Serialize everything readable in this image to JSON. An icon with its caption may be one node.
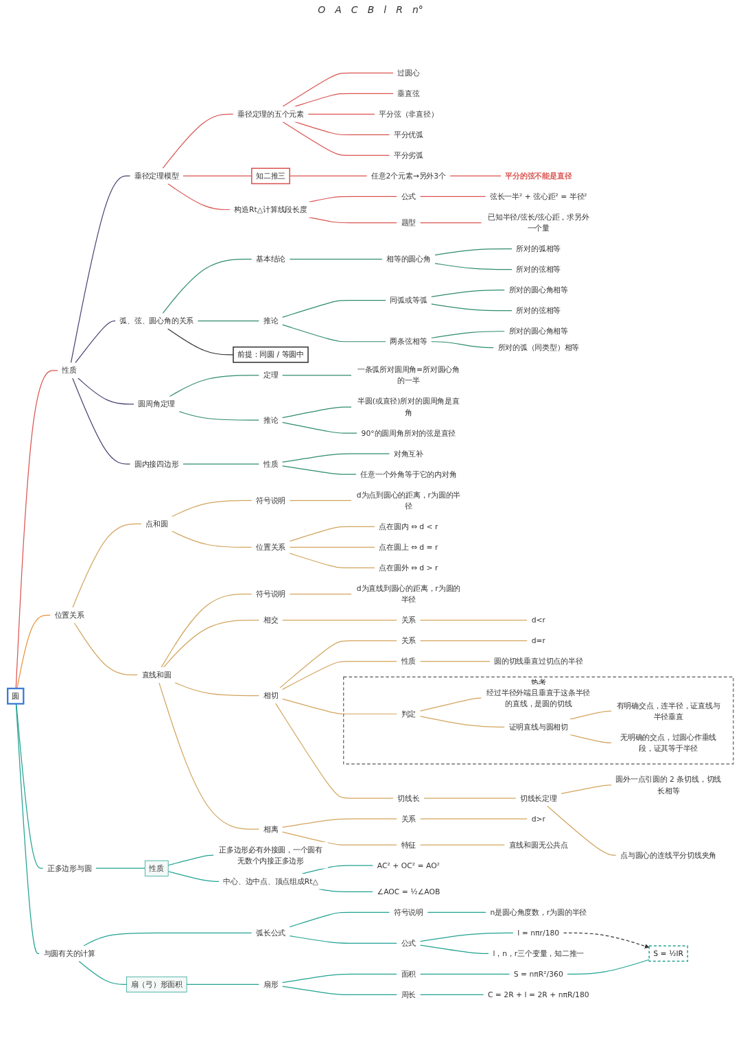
{
  "diagram": {
    "nodes": [
      {
        "text": [
          "圆"
        ]
      },
      {
        "text": [
          "性质"
        ]
      },
      {
        "text": [
          "垂径定理模型"
        ]
      },
      {
        "text": [
          "垂径定理的五个元素"
        ]
      },
      {
        "text": [
          "过圆心"
        ]
      },
      {
        "text": [
          "垂直弦"
        ]
      },
      {
        "text": [
          "平分弦（非直径）"
        ]
      },
      {
        "text": [
          "平分优弧"
        ]
      },
      {
        "text": [
          "平分劣弧"
        ]
      },
      {
        "text": [
          "知二推三"
        ]
      },
      {
        "text": [
          "任意2个元素→另外3个"
        ]
      },
      {
        "text": [
          "平分的弦不能是直径"
        ]
      },
      {
        "text": [
          "构造Rt△计算线段长度"
        ]
      },
      {
        "text": [
          "公式"
        ]
      },
      {
        "text": [
          "弦长一半² + 弦心距² = 半径²"
        ]
      },
      {
        "text": [
          "题型"
        ]
      },
      {
        "text": [
          "已知半径/弦长/弦心距，求另外一个量"
        ]
      },
      {
        "text": [
          "弧、弦、圆心角的关系"
        ]
      },
      {
        "text": [
          "基本结论"
        ]
      },
      {
        "text": [
          "相等的圆心角"
        ]
      },
      {
        "text": [
          "所对的弧相等"
        ]
      },
      {
        "text": [
          "所对的弦相等"
        ]
      },
      {
        "text": [
          "推论"
        ]
      },
      {
        "text": [
          "同弧或等弧"
        ]
      },
      {
        "text": [
          "所对的圆心角相等"
        ]
      },
      {
        "text": [
          "所对的弦相等"
        ]
      },
      {
        "text": [
          "两条弦相等"
        ]
      },
      {
        "text": [
          "所对的圆心角相等"
        ]
      },
      {
        "text": [
          "所对的弧（同类型）相等"
        ]
      },
      {
        "text": [
          "前提：同圆 / 等圆中"
        ]
      },
      {
        "text": [
          "圆周角定理"
        ]
      },
      {
        "text": [
          "定理"
        ]
      },
      {
        "text": [
          "一条弧所对圆周角=所对圆心角的一半"
        ]
      },
      {
        "text": [
          "推论"
        ]
      },
      {
        "text": [
          "半圆(或直径)所对的圆周角是直角"
        ]
      },
      {
        "text": [
          "90°的圆周角所对的弦是直径"
        ]
      },
      {
        "text": [
          "圆内接四边形"
        ]
      },
      {
        "text": [
          "性质"
        ]
      },
      {
        "text": [
          "对角互补"
        ]
      },
      {
        "text": [
          "任意一个外角等于它的内对角"
        ]
      },
      {
        "text": [
          "位置关系"
        ]
      },
      {
        "text": [
          "点和圆"
        ]
      },
      {
        "text": [
          "符号说明"
        ]
      },
      {
        "text": [
          "d为点到圆心的距离，r为圆的半径"
        ]
      },
      {
        "text": [
          "位置关系"
        ]
      },
      {
        "text": [
          "点在圆内 ⇔ d < r"
        ]
      },
      {
        "text": [
          "点在圆上 ⇔ d = r"
        ]
      },
      {
        "text": [
          "点在圆外 ⇔ d > r"
        ]
      },
      {
        "text": [
          "直线和圆"
        ]
      },
      {
        "text": [
          "符号说明"
        ]
      },
      {
        "text": [
          "d为直线到圆心的距离，r为圆的半径"
        ]
      },
      {
        "text": [
          "相交"
        ]
      },
      {
        "text": [
          "关系"
        ]
      },
      {
        "text": [
          "d<r"
        ]
      },
      {
        "text": [
          "相切"
        ]
      },
      {
        "text": [
          "关系"
        ]
      },
      {
        "text": [
          "d=r"
        ]
      },
      {
        "text": [
          "性质"
        ]
      },
      {
        "text": [
          "圆的切线垂直过切点的半径"
        ]
      },
      {
        "text": [
          "热考"
        ]
      },
      {
        "text": [
          "判定"
        ],
        "in": 59
      },
      {
        "text": [
          "经过半径外端且垂直于这条半径的直线，是圆的切线"
        ],
        "in": 59
      },
      {
        "text": [
          "证明直线与圆相切"
        ],
        "in": 59
      },
      {
        "text": [
          "有明确交点，连半径，证直线与半径垂直"
        ],
        "in": 59
      },
      {
        "text": [
          "无明确的交点，过圆心作垂线段，证其等于半径"
        ],
        "in": 59
      },
      {
        "text": [
          "切线长"
        ]
      },
      {
        "text": [
          "切线长定理"
        ]
      },
      {
        "text": [
          "圆外一点引圆的 2 条切线，切线长相等"
        ]
      },
      {
        "text": [
          "点与圆心的连线平分切线夹角"
        ]
      },
      {
        "text": [
          "相离"
        ]
      },
      {
        "text": [
          "关系"
        ]
      },
      {
        "text": [
          "d>r"
        ]
      },
      {
        "text": [
          "特征"
        ]
      },
      {
        "text": [
          "直线和圆无公共点"
        ]
      },
      {
        "text": [
          "正多边形与圆"
        ]
      },
      {
        "text": [
          "性质"
        ]
      },
      {
        "text": [
          "正多边形必有外接圆，一个圆有无数个内接正多边形"
        ]
      },
      {
        "text": [
          "中心、边中点、顶点组成Rt△"
        ]
      },
      {
        "text": [
          "AC² + OC² = AO²"
        ]
      },
      {
        "text": [
          "∠AOC = ½∠AOB"
        ]
      },
      {
        "text": [
          "与圆有关的计算"
        ]
      },
      {
        "text": [
          "弧长公式"
        ]
      },
      {
        "text": [
          "符号说明"
        ]
      },
      {
        "text": [
          "n是圆心角度数，r为圆的半径"
        ]
      },
      {
        "text": [
          "公式"
        ]
      },
      {
        "text": [
          "l = nπr/180"
        ]
      },
      {
        "text": [
          "l，n，r三个变量，知二推一"
        ]
      },
      {
        "text": [
          "扇（弓）形面积"
        ]
      },
      {
        "text": [
          "扇形"
        ]
      },
      {
        "text": [
          "面积"
        ]
      },
      {
        "text": [
          "S = nπR²/360"
        ]
      },
      {
        "text": [
          "S = ½lR"
        ]
      },
      {
        "text": [
          "周长"
        ]
      },
      {
        "text": [
          "C = 2R + l = 2R + nπR/180"
        ]
      }
    ],
    "edges": [
      {
        "from": 0,
        "to": 1,
        "arrow": "none",
        "color": "#d9534f"
      },
      {
        "from": 1,
        "to": 2,
        "arrow": "none",
        "color": "#4b3f72"
      },
      {
        "from": 2,
        "to": 3,
        "arrow": "none",
        "color": "#d9534f"
      },
      {
        "from": 3,
        "to": 4,
        "arrow": "none",
        "color": "#d9534f"
      },
      {
        "from": 3,
        "to": 5,
        "arrow": "none",
        "color": "#d9534f"
      },
      {
        "from": 3,
        "to": 6,
        "arrow": "none",
        "color": "#d9534f"
      },
      {
        "from": 3,
        "to": 7,
        "arrow": "none",
        "color": "#d9534f"
      },
      {
        "from": 3,
        "to": 8,
        "arrow": "none",
        "color": "#d9534f"
      },
      {
        "from": 2,
        "to": 9,
        "arrow": "none",
        "color": "#d9534f"
      },
      {
        "from": 9,
        "to": 10,
        "arrow": "none",
        "color": "#d9534f"
      },
      {
        "from": 10,
        "to": 11,
        "arrow": "none",
        "color": "#d9534f"
      },
      {
        "from": 2,
        "to": 12,
        "arrow": "none",
        "color": "#d9534f"
      },
      {
        "from": 12,
        "to": 13,
        "arrow": "none",
        "color": "#d9534f"
      },
      {
        "from": 13,
        "to": 14,
        "arrow": "none",
        "color": "#d9534f"
      },
      {
        "from": 12,
        "to": 15,
        "arrow": "none",
        "color": "#d9534f"
      },
      {
        "from": 15,
        "to": 16,
        "arrow": "none",
        "color": "#d9534f"
      },
      {
        "from": 1,
        "to": 17,
        "arrow": "none",
        "color": "#4b3f72"
      },
      {
        "from": 17,
        "to": 18,
        "arrow": "none",
        "color": "#2e8b6a"
      },
      {
        "from": 18,
        "to": 19,
        "arrow": "none",
        "color": "#2e8b6a"
      },
      {
        "from": 19,
        "to": 20,
        "arrow": "none",
        "color": "#2e8b6a"
      },
      {
        "from": 19,
        "to": 21,
        "arrow": "none",
        "color": "#2e8b6a"
      },
      {
        "from": 17,
        "to": 22,
        "arrow": "none",
        "color": "#2e8b6a"
      },
      {
        "from": 22,
        "to": 23,
        "arrow": "none",
        "color": "#2e8b6a"
      },
      {
        "from": 23,
        "to": 24,
        "arrow": "none",
        "color": "#2e8b6a"
      },
      {
        "from": 23,
        "to": 25,
        "arrow": "none",
        "color": "#2e8b6a"
      },
      {
        "from": 22,
        "to": 26,
        "arrow": "none",
        "color": "#2e8b6a"
      },
      {
        "from": 26,
        "to": 27,
        "arrow": "none",
        "color": "#2e8b6a"
      },
      {
        "from": 26,
        "to": 28,
        "arrow": "none",
        "color": "#2e8b6a"
      },
      {
        "from": 17,
        "to": 29,
        "arrow": "none",
        "color": "#333333"
      },
      {
        "from": 1,
        "to": 30,
        "arrow": "none",
        "color": "#4b3f72"
      },
      {
        "from": 30,
        "to": 31,
        "arrow": "none",
        "color": "#2e8b6a"
      },
      {
        "from": 31,
        "to": 32,
        "arrow": "none",
        "color": "#2e8b6a"
      },
      {
        "from": 30,
        "to": 33,
        "arrow": "none",
        "color": "#2e8b6a"
      },
      {
        "from": 33,
        "to": 34,
        "arrow": "none",
        "color": "#2e8b6a"
      },
      {
        "from": 33,
        "to": 35,
        "arrow": "none",
        "color": "#2e8b6a"
      },
      {
        "from": 1,
        "to": 36,
        "arrow": "none",
        "color": "#4b3f72"
      },
      {
        "from": 36,
        "to": 37,
        "arrow": "none",
        "color": "#2e8b6a"
      },
      {
        "from": 37,
        "to": 38,
        "arrow": "none",
        "color": "#2e8b6a"
      },
      {
        "from": 37,
        "to": 39,
        "arrow": "none",
        "color": "#2e8b6a"
      },
      {
        "from": 0,
        "to": 40,
        "arrow": "none",
        "color": "#e8913a"
      },
      {
        "from": 40,
        "to": 41,
        "arrow": "none"
      },
      {
        "from": 41,
        "to": 42,
        "arrow": "none"
      },
      {
        "from": 42,
        "to": 43,
        "arrow": "none"
      },
      {
        "from": 41,
        "to": 44,
        "arrow": "none"
      },
      {
        "from": 44,
        "to": 45,
        "arrow": "none"
      },
      {
        "from": 44,
        "to": 46,
        "arrow": "none"
      },
      {
        "from": 44,
        "to": 47,
        "arrow": "none"
      },
      {
        "from": 40,
        "to": 48,
        "arrow": "none"
      },
      {
        "from": 48,
        "to": 49,
        "arrow": "none"
      },
      {
        "from": 49,
        "to": 50,
        "arrow": "none"
      },
      {
        "from": 48,
        "to": 51,
        "arrow": "none"
      },
      {
        "from": 51,
        "to": 52,
        "arrow": "none"
      },
      {
        "from": 52,
        "to": 53,
        "arrow": "none"
      },
      {
        "from": 48,
        "to": 54,
        "arrow": "none"
      },
      {
        "from": 54,
        "to": 55,
        "arrow": "none"
      },
      {
        "from": 55,
        "to": 56,
        "arrow": "none"
      },
      {
        "from": 54,
        "to": 57,
        "arrow": "none"
      },
      {
        "from": 57,
        "to": 58,
        "arrow": "none"
      },
      {
        "from": 54,
        "to": 60,
        "arrow": "none"
      },
      {
        "from": 60,
        "to": 61,
        "arrow": "none"
      },
      {
        "from": 60,
        "to": 62,
        "arrow": "none"
      },
      {
        "from": 62,
        "to": 63,
        "arrow": "none"
      },
      {
        "from": 62,
        "to": 64,
        "arrow": "none"
      },
      {
        "from": 54,
        "to": 65,
        "arrow": "none"
      },
      {
        "from": 65,
        "to": 66,
        "arrow": "none"
      },
      {
        "from": 66,
        "to": 67,
        "arrow": "none"
      },
      {
        "from": 66,
        "to": 68,
        "arrow": "none"
      },
      {
        "from": 48,
        "to": 69,
        "arrow": "none"
      },
      {
        "from": 69,
        "to": 70,
        "arrow": "none"
      },
      {
        "from": 70,
        "to": 71,
        "arrow": "none"
      },
      {
        "from": 69,
        "to": 72,
        "arrow": "none"
      },
      {
        "from": 72,
        "to": 73,
        "arrow": "none"
      },
      {
        "from": 0,
        "to": 74,
        "arrow": "none",
        "color": "#1fa191"
      },
      {
        "from": 74,
        "to": 75,
        "arrow": "none",
        "color": "#1fa191"
      },
      {
        "from": 75,
        "to": 76,
        "arrow": "none",
        "color": "#1fa191"
      },
      {
        "from": 75,
        "to": 77,
        "arrow": "none",
        "color": "#1fa191"
      },
      {
        "from": 77,
        "to": 78,
        "arrow": "none",
        "color": "#1fa191"
      },
      {
        "from": 77,
        "to": 79,
        "arrow": "none",
        "color": "#1fa191"
      },
      {
        "from": 0,
        "to": 80,
        "arrow": "none",
        "color": "#1fa191"
      },
      {
        "from": 80,
        "to": 81,
        "arrow": "none",
        "color": "#1fa191"
      },
      {
        "from": 81,
        "to": 82,
        "arrow": "none",
        "color": "#1fa191"
      },
      {
        "from": 82,
        "to": 83,
        "arrow": "none",
        "color": "#1fa191"
      },
      {
        "from": 81,
        "to": 84,
        "arrow": "none",
        "color": "#1fa191"
      },
      {
        "from": 84,
        "to": 85,
        "arrow": "none",
        "color": "#1fa191"
      },
      {
        "from": 84,
        "to": 86,
        "arrow": "none",
        "color": "#1fa191"
      },
      {
        "from": 80,
        "to": 87,
        "arrow": "none",
        "color": "#1fa191"
      },
      {
        "from": 87,
        "to": 88,
        "arrow": "none",
        "color": "#1fa191"
      },
      {
        "from": 88,
        "to": 89,
        "arrow": "none",
        "color": "#1fa191"
      },
      {
        "from": 89,
        "to": 90,
        "arrow": "none",
        "color": "#1fa191"
      },
      {
        "from": 90,
        "to": 91,
        "arrow": "none",
        "color": "#1fa191"
      },
      {
        "from": 88,
        "to": 92,
        "arrow": "none",
        "color": "#1fa191"
      },
      {
        "from": 92,
        "to": 93,
        "arrow": "none",
        "color": "#1fa191"
      },
      {
        "from": 85,
        "to": 91,
        "arrow": "to",
        "style": "dashed",
        "color": "#333333"
      }
    ],
    "labels": [
      "O",
      "A",
      "C",
      "B",
      "l",
      "R",
      "n°"
    ]
  }
}
